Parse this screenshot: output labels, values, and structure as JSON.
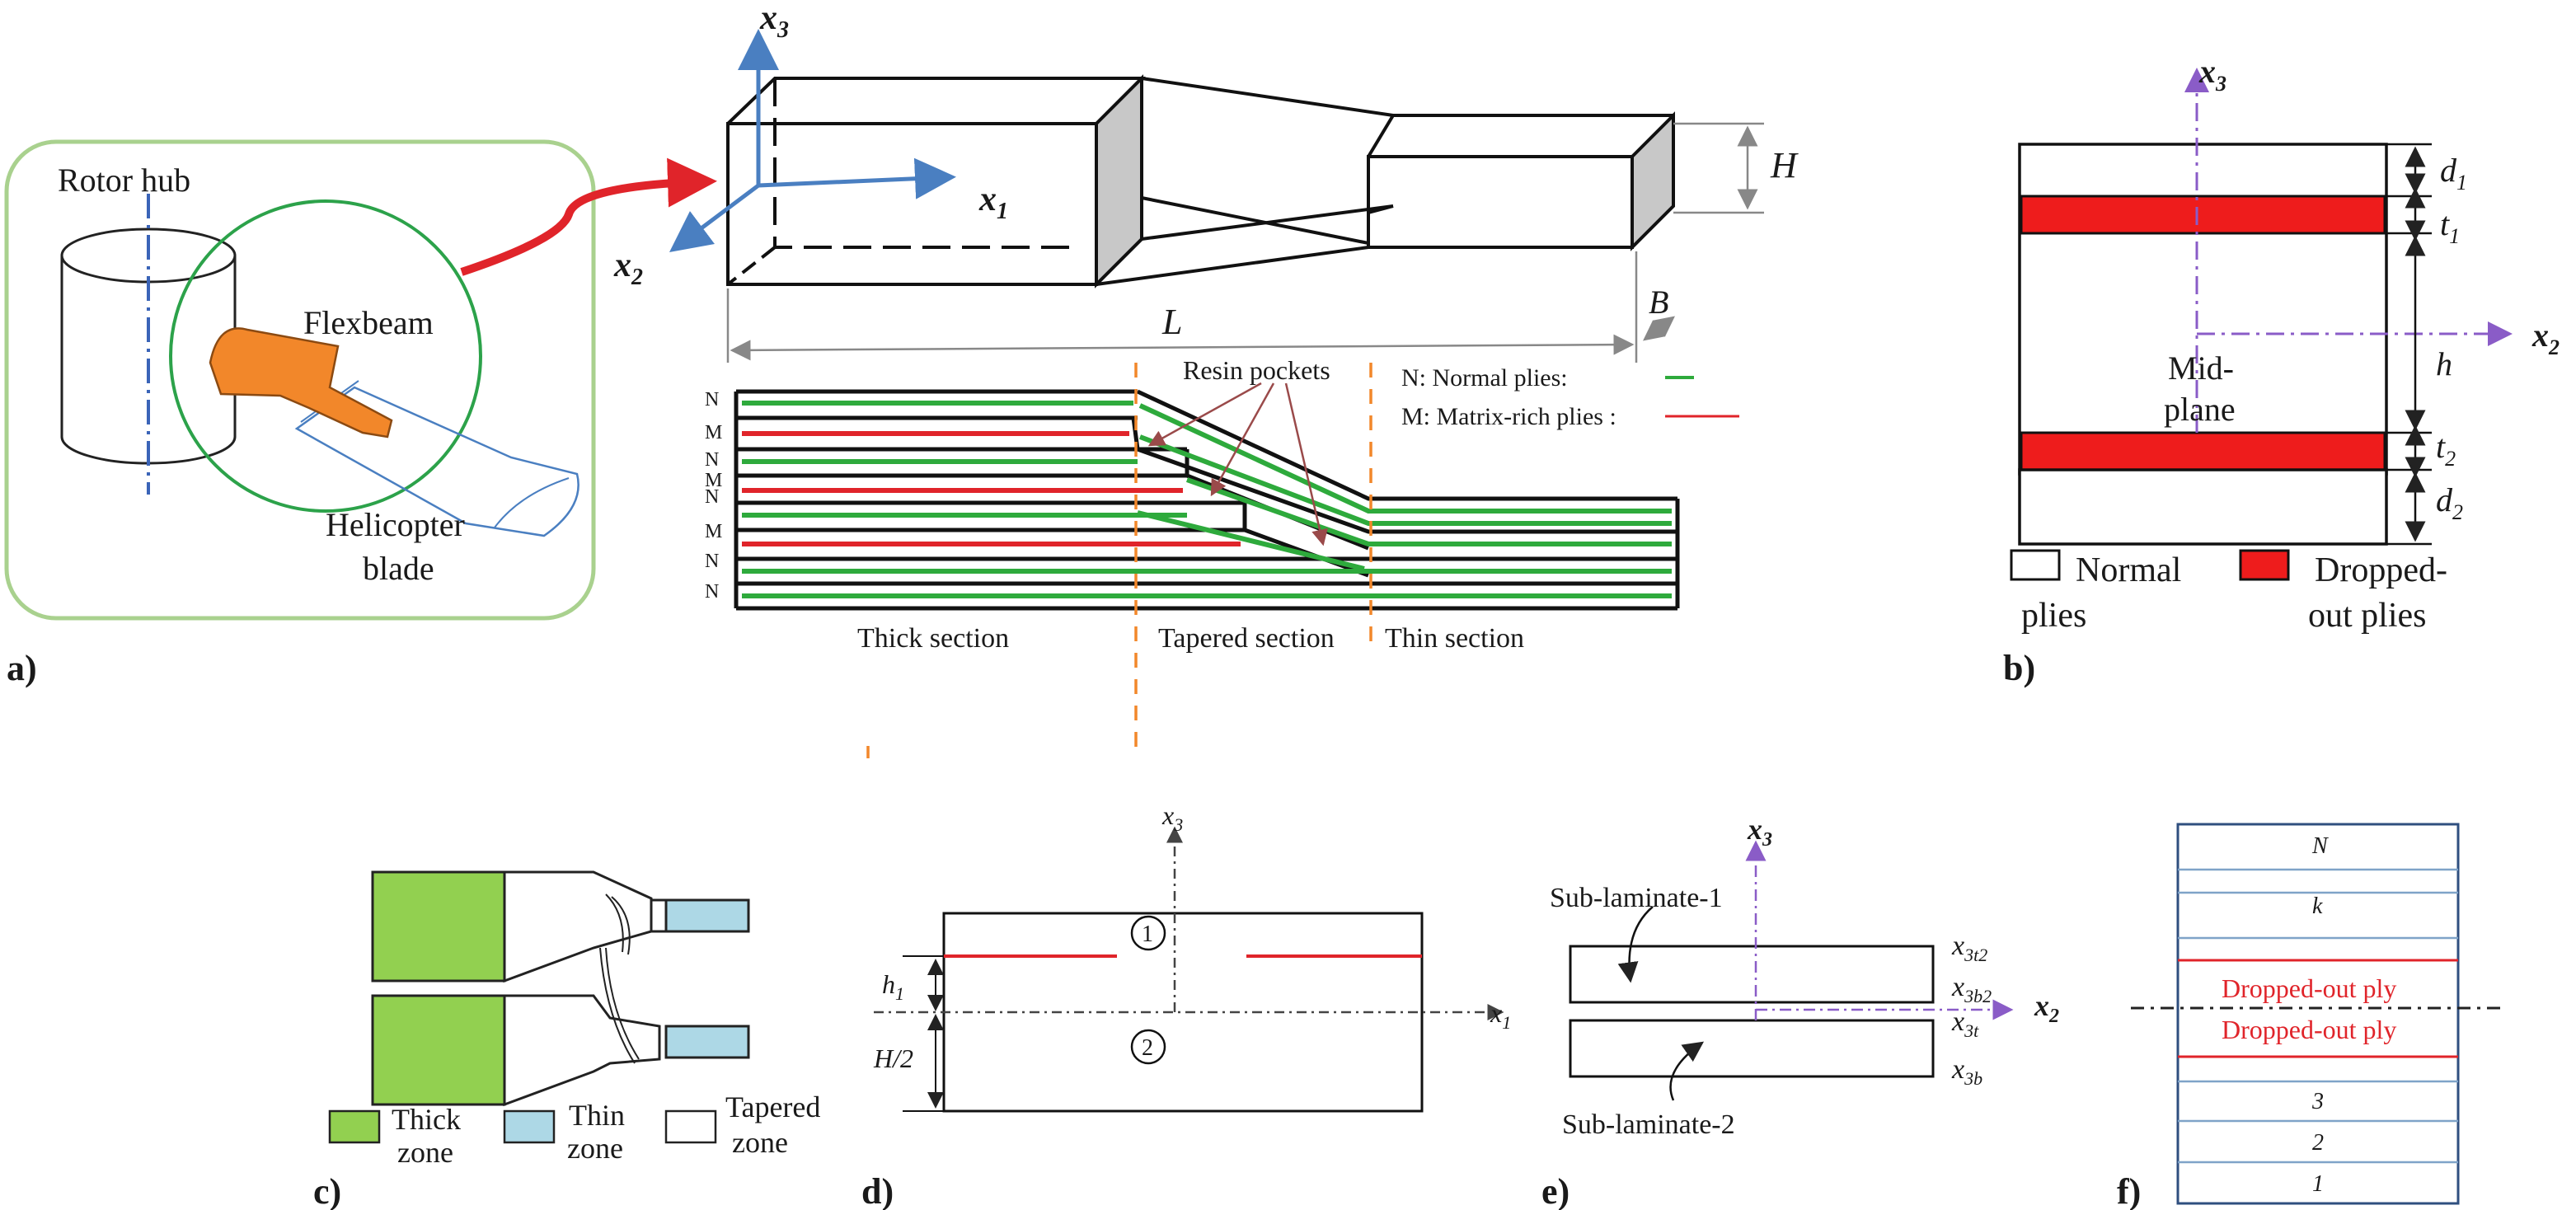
{
  "panel_labels": {
    "a": "a)",
    "b": "b)",
    "c": "c)",
    "d": "d)",
    "e": "e)",
    "f": "f)"
  },
  "panel_a": {
    "rotor_hub": "Rotor hub",
    "flexbeam": "Flexbeam",
    "helicopter": "Helicopter",
    "blade": "blade",
    "axis_x1": "x",
    "axis_x1_sub": "1",
    "axis_x2": "x",
    "axis_x2_sub": "2",
    "axis_x3": "x",
    "axis_x3_sub": "3",
    "dim_H": "H",
    "dim_L": "L",
    "dim_B": "B",
    "resin_pockets": "Resin pockets",
    "legend_normal": "N: Normal plies:",
    "legend_matrix": "M: Matrix-rich plies :",
    "ply_labels": [
      "N",
      "M",
      "N",
      "M",
      "N",
      "M",
      "N",
      "N"
    ],
    "thick_section": "Thick section",
    "tapered_section": "Tapered section",
    "thin_section": "Thin section",
    "colors": {
      "normal": "#2eaa3c",
      "matrix": "#e0242a",
      "orange": "#f2872a",
      "axis": "#4a7fc1"
    }
  },
  "panel_b": {
    "axis_x3": "x",
    "axis_x3_sub": "3",
    "axis_x2": "x",
    "axis_x2_sub": "2",
    "d1": "d",
    "d1_sub": "1",
    "t1": "t",
    "t1_sub": "1",
    "h": "h",
    "t2": "t",
    "t2_sub": "2",
    "d2": "d",
    "d2_sub": "2",
    "mid_1": "Mid-",
    "mid_2": "plane",
    "legend_normal_1": "Normal",
    "legend_normal_2": "plies",
    "legend_dropped_1": "Dropped-",
    "legend_dropped_2": "out plies",
    "colors": {
      "dropped": "#ee1c1c",
      "axis": "#8a5cc7"
    }
  },
  "panel_c": {
    "thick_1": "Thick",
    "thick_2": "zone",
    "thin_1": "Thin",
    "thin_2": "zone",
    "tapered_1": "Tapered",
    "tapered_2": "zone",
    "colors": {
      "thick": "#92d050",
      "thin": "#add8e6"
    }
  },
  "panel_d": {
    "axis_x3": "x",
    "axis_x3_sub": "3",
    "axis_x1": "x",
    "axis_x1_sub": "1",
    "h1": "h",
    "h1_sub": "1",
    "h2": "H/2",
    "circle_1": "1",
    "circle_2": "2"
  },
  "panel_e": {
    "axis_x3": "x",
    "axis_x3_sub": "3",
    "axis_x2": "x",
    "axis_x2_sub": "2",
    "sub1": "Sub-laminate-1",
    "sub2": "Sub-laminate-2",
    "x3t2": "x",
    "x3t2_sub": "3t2",
    "x3b2": "x",
    "x3b2_sub": "3b2",
    "x3t": "x",
    "x3t_sub": "3t",
    "x3b": "x",
    "x3b_sub": "3b"
  },
  "panel_f": {
    "ply_N": "N",
    "ply_k": "k",
    "dropped_1": "Dropped-out ply",
    "dropped_2": "Dropped-out ply",
    "ply_3": "3",
    "ply_2": "2",
    "ply_1": "1",
    "colors": {
      "frame": "#2f4f7f",
      "lines": "#7fa3c8",
      "dropped": "#e0242a"
    }
  }
}
